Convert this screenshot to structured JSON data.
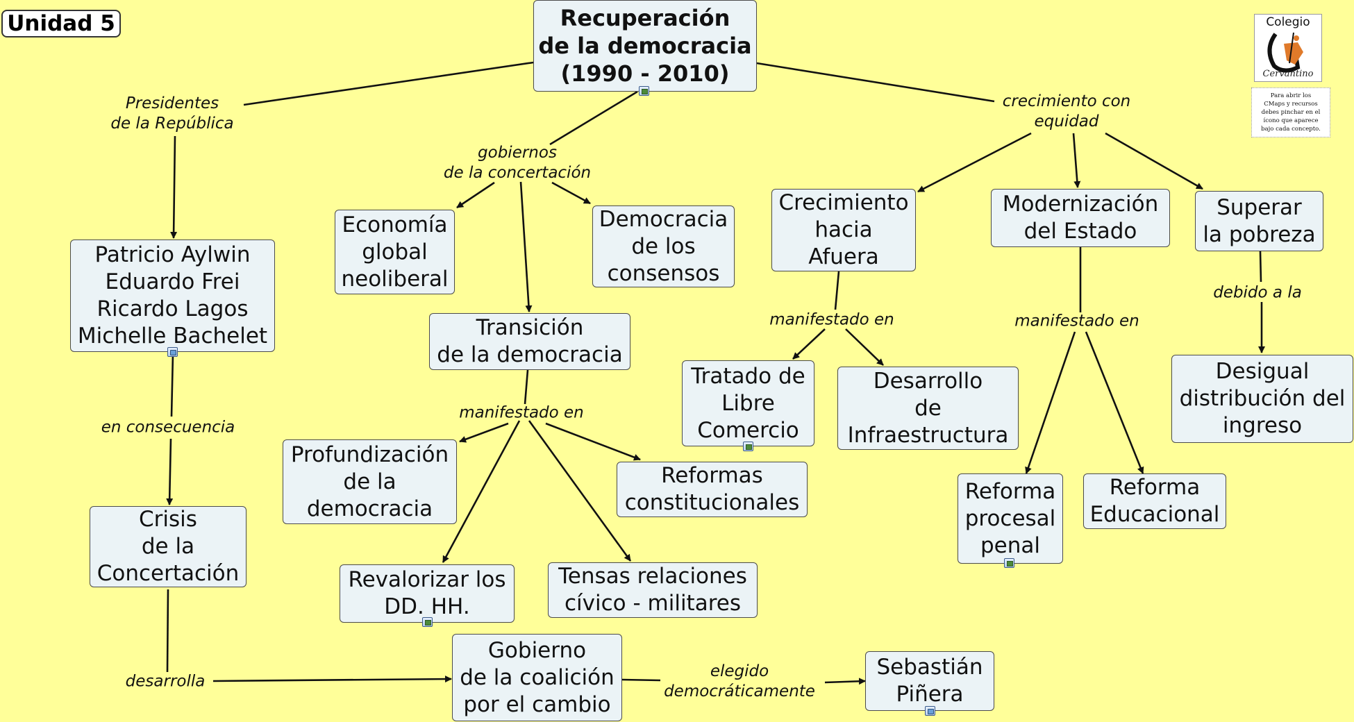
{
  "unit_label": "Unidad 5",
  "logo": {
    "text": "Colegio",
    "signature": "Cervantino"
  },
  "note": "Para abrir los\nCMaps y recursos\ndebes pinchar en el\nícono que aparece\nbajo cada concepto.",
  "colors": {
    "background": "#ffff99",
    "node_fill": "#ebf3f6",
    "line": "#111111"
  },
  "concepts": {
    "main": "Recuperación\nde la democracia\n(1990 - 2010)",
    "presidents": "Patricio Aylwin\nEduardo Frei\nRicardo Lagos\nMichelle Bachelet",
    "crisis": "Crisis\nde la\nConcertación",
    "economia": "Economía\nglobal\nneoliberal",
    "democracia_consensos": "Democracia\nde los\nconsensos",
    "transicion": "Transición\nde la democracia",
    "profundizacion": "Profundización\nde la\ndemocracia",
    "reformas_const": "Reformas\nconstitucionales",
    "revalorizar": "Revalorizar los\nDD. HH.",
    "tensas": "Tensas relaciones\ncívico - militares",
    "gobierno_coalicion": "Gobierno\nde la coalición\npor el cambio",
    "pinera": "Sebastián\nPiñera",
    "crecimiento_afuera": "Crecimiento\nhacia\nAfuera",
    "tratado": "Tratado de\nLibre\nComercio",
    "infraestructura": "Desarrollo\nde\nInfraestructura",
    "modernizacion": "Modernización\ndel Estado",
    "reforma_procesal": "Reforma\nprocesal\npenal",
    "reforma_educacional": "Reforma\nEducacional",
    "superar_pobreza": "Superar\nla pobreza",
    "desigual": "Desigual\ndistribución del\ningreso"
  },
  "phrases": {
    "presidentes": "Presidentes\nde la República",
    "gobiernos": "gobiernos\nde la concertación",
    "crecimiento_equidad": "crecimiento con\nequidad",
    "en_consecuencia": "en consecuencia",
    "desarrolla": "desarrolla",
    "manifestado_transicion": "manifestado en",
    "elegido": "elegido\ndemocráticamente",
    "manifestado_crecimiento": "manifestado en",
    "manifestado_modernizacion": "manifestado en",
    "debido": "debido a la"
  },
  "resource_icons": [
    {
      "name": "cmap-icon",
      "concept": "main"
    },
    {
      "name": "image-icon",
      "concept": "presidents"
    },
    {
      "name": "cmap-icon",
      "concept": "revalorizar"
    },
    {
      "name": "cmap-icon",
      "concept": "tratado"
    },
    {
      "name": "cmap-icon",
      "concept": "reforma_procesal"
    },
    {
      "name": "image-icon",
      "concept": "pinera"
    }
  ]
}
